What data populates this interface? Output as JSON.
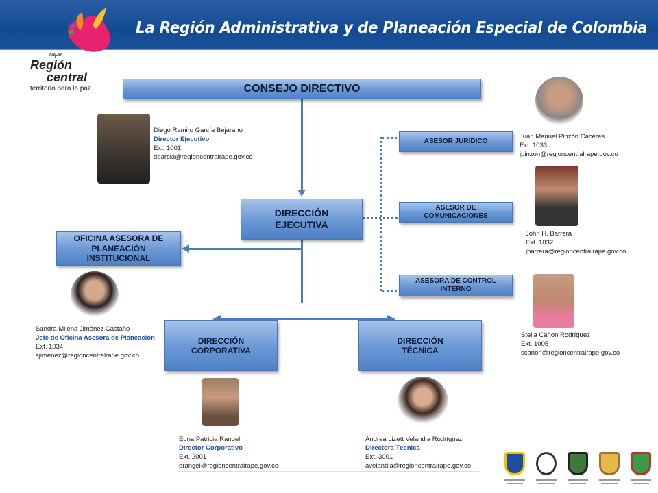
{
  "header": {
    "title": "La Región Administrativa  y de Planeación Especial de Colombia"
  },
  "logo": {
    "line1": "rape",
    "line2": "Región",
    "line3": "central",
    "tagline": "territorio para la paz"
  },
  "boxes": {
    "consejo": "CONSEJO DIRECTIVO",
    "direccion_ejecutiva": "DIRECCIÓN EJECUTIVA",
    "oficina_planeacion": "OFICINA ASESORA DE PLANEACIÓN INSTITUCIONAL",
    "asesor_juridico": "ASESOR JURÍDICO",
    "asesor_comunicaciones": "ASESOR DE COMUNICACIONES",
    "asesora_control": "ASESORA DE CONTROL INTERNO",
    "direccion_corporativa": "DIRECCIÓN CORPORATIVA",
    "direccion_tecnica": "DIRECCIÓN TÉCNICA"
  },
  "people": {
    "garcia": {
      "name": "Diego Ramiro García Bejarano",
      "role": "Director Ejecutivo",
      "ext": "Ext. 1001",
      "email": "dgarcia@regioncentralrape.gov.co"
    },
    "pinzon": {
      "name": "Juan Manuel Pinzón Cáceres",
      "ext": "Ext. 1033",
      "email": "jpinzon@regioncentralrape.gov.co"
    },
    "barrera": {
      "name": "John H. Barrera",
      "ext": "Ext. 1032",
      "email": "jbarrera@regioncentralrape.gov.co"
    },
    "canon": {
      "name": "Stella Cañon Rodríguez",
      "ext": "Ext. 1005",
      "email": "scanon@regioncentralrape.gov.co"
    },
    "jimenez": {
      "name": "Sandra Milena Jiménez Castaño",
      "role": "Jefe de Oficina Asesora de Planeación",
      "ext": "Ext. 1034",
      "email": "sjimenez@regioncentralrape.gov.co"
    },
    "rangel": {
      "name": "Edna Patricia Rangel",
      "role": "Director Corporativo",
      "ext": "Ext. 2001",
      "email": "erangel@regioncentralrape.gov.co"
    },
    "velandia": {
      "name": "Andrea Lizett Velandia Rodríguez",
      "role": "Directora Técnica",
      "ext": "Ext. 3001",
      "email": "avelandia@regioncentralrape.gov.co"
    }
  },
  "colors": {
    "banner": "#134b93",
    "box": "#6d9ad6",
    "line": "#4a7ebb",
    "role": "#1f4e99"
  }
}
